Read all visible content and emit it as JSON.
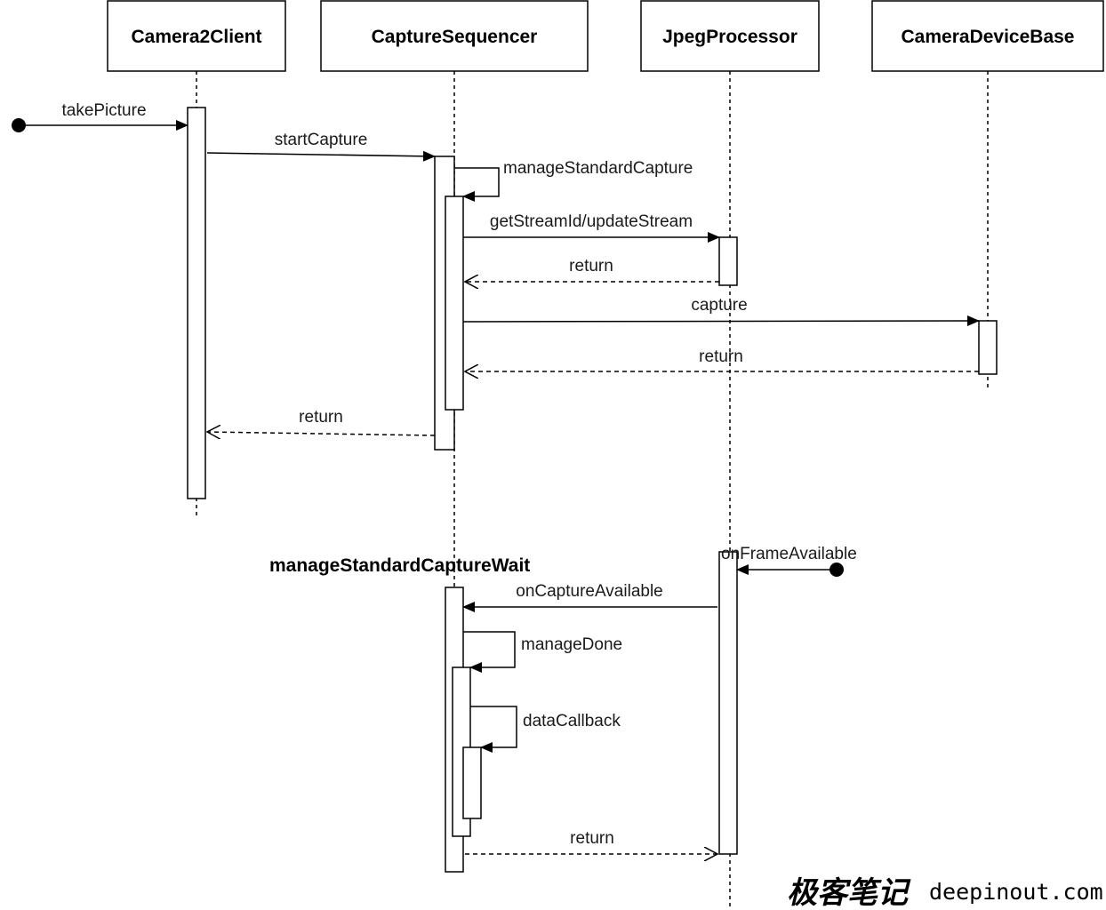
{
  "participants": [
    {
      "id": "camera2client",
      "label": "Camera2Client"
    },
    {
      "id": "capturesequencer",
      "label": "CaptureSequencer"
    },
    {
      "id": "jpegprocessor",
      "label": "JpegProcessor"
    },
    {
      "id": "cameradevicebase",
      "label": "CameraDeviceBase"
    }
  ],
  "messages": {
    "take_picture": "takePicture",
    "start_capture": "startCapture",
    "manage_standard_capture": "manageStandardCapture",
    "get_stream_update": "getStreamId/updateStream",
    "return_jpeg": "return",
    "capture": "capture",
    "return_device": "return",
    "return_client": "return",
    "on_frame_available": "onFrameAvailable",
    "on_capture_available": "onCaptureAvailable",
    "manage_done": "manageDone",
    "data_callback": "dataCallback",
    "return_wait": "return"
  },
  "section_label": "manageStandardCaptureWait",
  "watermark": {
    "cn": "极客笔记",
    "en": "deepinout.com"
  }
}
